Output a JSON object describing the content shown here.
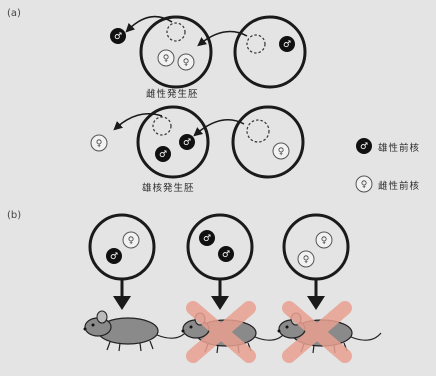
{
  "panel_labels": {
    "a": "(a)",
    "b": "(b)"
  },
  "captions": {
    "gynogenote": "雌性発生胚",
    "androgenote": "雄核発生胚"
  },
  "legend": {
    "male_pronucleus": "雄性前核",
    "female_pronucleus": "雌性前核"
  },
  "symbols": {
    "male": "♂",
    "female": "♀"
  },
  "colors": {
    "background": "#e4e4e4",
    "outline": "#1a1a1a",
    "male_fill": "#111111",
    "cross": "#e8a090",
    "mouse_grey": "#777777"
  },
  "outcomes": [
    {
      "result": "normal"
    },
    {
      "result": "lethal"
    },
    {
      "result": "lethal"
    }
  ]
}
